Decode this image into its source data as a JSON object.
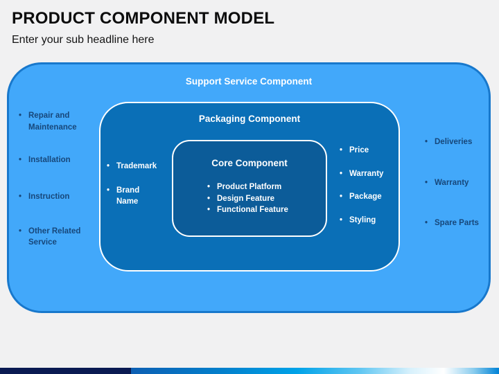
{
  "slide": {
    "title": "PRODUCT COMPONENT MODEL",
    "subtitle": "Enter your sub headline here"
  },
  "diagram": {
    "outer": {
      "label": "Support Service Component",
      "left_items": [
        "Repair and Maintenance",
        "Installation",
        "Instruction",
        "Other Related Service"
      ],
      "right_items": [
        "Deliveries",
        "Warranty",
        "Spare Parts"
      ]
    },
    "packaging": {
      "label": "Packaging Component",
      "left_items": [
        "Trademark",
        "Brand Name"
      ],
      "right_items": [
        "Price",
        "Warranty",
        "Package",
        "Styling"
      ]
    },
    "core": {
      "label": "Core Component",
      "items": [
        "Product Platform",
        "Design Feature",
        "Functional Feature"
      ]
    }
  },
  "colors": {
    "outer_fill": "#42a8fa",
    "outer_border": "#1878cc",
    "packaging_fill": "#0a6fb7",
    "core_fill": "#0c5c99",
    "dark_item_text": "#17477a",
    "footer_navy": "#0a1a52",
    "footer_cyan": "#00a2e8",
    "footer_right_blue": "#0082d6"
  }
}
